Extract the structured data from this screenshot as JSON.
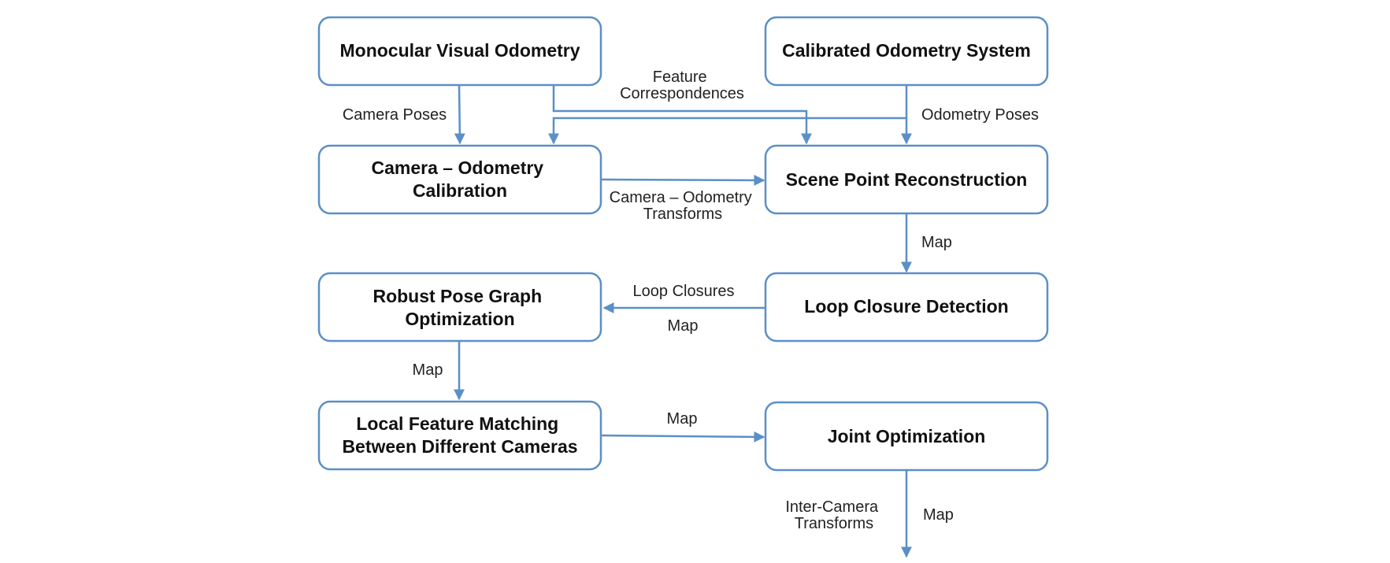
{
  "colors": {
    "stroke": "#5b8fc7",
    "box_fill": "#ffffff",
    "text": "#111111"
  },
  "nodes": {
    "mvo": {
      "lines": [
        "Monocular Visual Odometry"
      ]
    },
    "cos": {
      "lines": [
        "Calibrated Odometry System"
      ]
    },
    "cal": {
      "lines": [
        "Camera – Odometry",
        "Calibration"
      ]
    },
    "spr": {
      "lines": [
        "Scene Point Reconstruction"
      ]
    },
    "rpg": {
      "lines": [
        "Robust Pose Graph",
        "Optimization"
      ]
    },
    "lcd": {
      "lines": [
        "Loop Closure Detection"
      ]
    },
    "lfm": {
      "lines": [
        "Local Feature Matching",
        "Between Different Cameras"
      ]
    },
    "jo": {
      "lines": [
        "Joint Optimization"
      ]
    }
  },
  "edges": {
    "camera_poses": {
      "lines": [
        "Camera Poses"
      ]
    },
    "feature_correspondences": {
      "lines": [
        "Feature",
        "Correspondences"
      ]
    },
    "odometry_poses": {
      "lines": [
        "Odometry Poses"
      ]
    },
    "cam_odo_transforms": {
      "lines": [
        "Camera – Odometry",
        "Transforms"
      ]
    },
    "map_spr_lcd": {
      "lines": [
        "Map"
      ]
    },
    "loop_closures": {
      "lines": [
        "Loop Closures"
      ]
    },
    "map_lcd_rpg": {
      "lines": [
        "Map"
      ]
    },
    "map_rpg_lfm": {
      "lines": [
        "Map"
      ]
    },
    "map_lfm_jo": {
      "lines": [
        "Map"
      ]
    },
    "inter_camera_transforms": {
      "lines": [
        "Inter-Camera",
        "Transforms"
      ]
    },
    "map_jo_out": {
      "lines": [
        "Map"
      ]
    }
  }
}
